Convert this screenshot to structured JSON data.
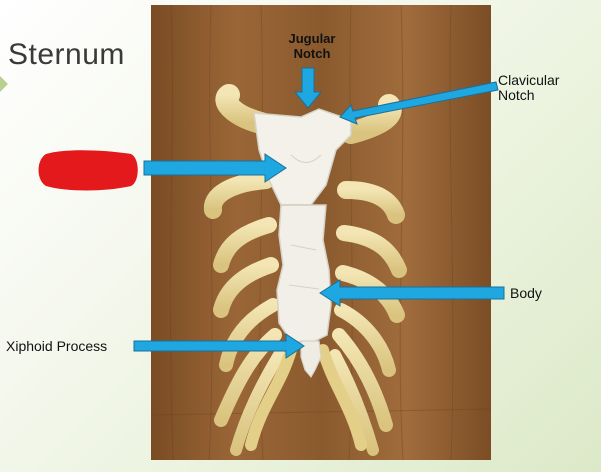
{
  "slide": {
    "title": "Sternum"
  },
  "labels": {
    "jugular_notch_line1": "Jugular",
    "jugular_notch_line2": "Notch",
    "clavicular_notch_line1": "Clavicular",
    "clavicular_notch_line2": "Notch",
    "body": "Body",
    "xiphoid_process": "Xiphoid Process"
  },
  "colors": {
    "arrow": "#1ea7e1",
    "arrow_outline": "#1b6f99",
    "redaction": "#e3191c",
    "wood": "#8a5a2e",
    "bone": "#f1efe8",
    "rib": "#e9d99a"
  },
  "icons": {
    "redaction": "red-redaction-blob",
    "arrows": "blue-arrow"
  }
}
